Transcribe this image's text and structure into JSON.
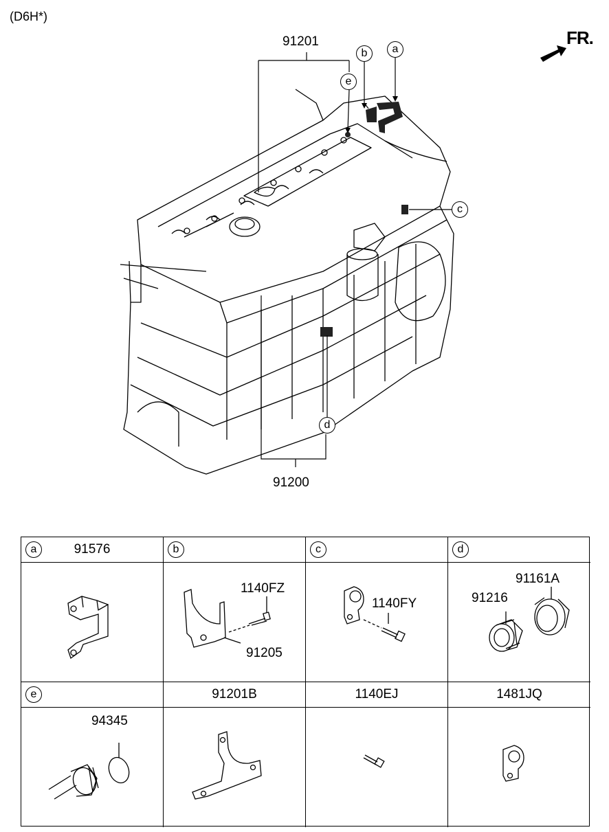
{
  "header": {
    "model": "(D6H*)",
    "front_label": "FR."
  },
  "callouts": {
    "top_assembly": "91201",
    "bottom_assembly": "91200",
    "a": "a",
    "b": "b",
    "c": "c",
    "d": "d",
    "e": "e"
  },
  "table": {
    "row1": [
      {
        "letter": "a",
        "title": "91576",
        "parts": []
      },
      {
        "letter": "b",
        "title": "",
        "parts": [
          "1140FZ",
          "91205"
        ]
      },
      {
        "letter": "c",
        "title": "",
        "parts": [
          "1140FY"
        ]
      },
      {
        "letter": "d",
        "title": "",
        "parts": [
          "91161A",
          "91216"
        ]
      }
    ],
    "row2": [
      {
        "letter": "e",
        "title": "",
        "parts": [
          "94345"
        ]
      },
      {
        "letter": "",
        "title": "91201B",
        "parts": []
      },
      {
        "letter": "",
        "title": "1140EJ",
        "parts": []
      },
      {
        "letter": "",
        "title": "1481JQ",
        "parts": []
      }
    ]
  }
}
